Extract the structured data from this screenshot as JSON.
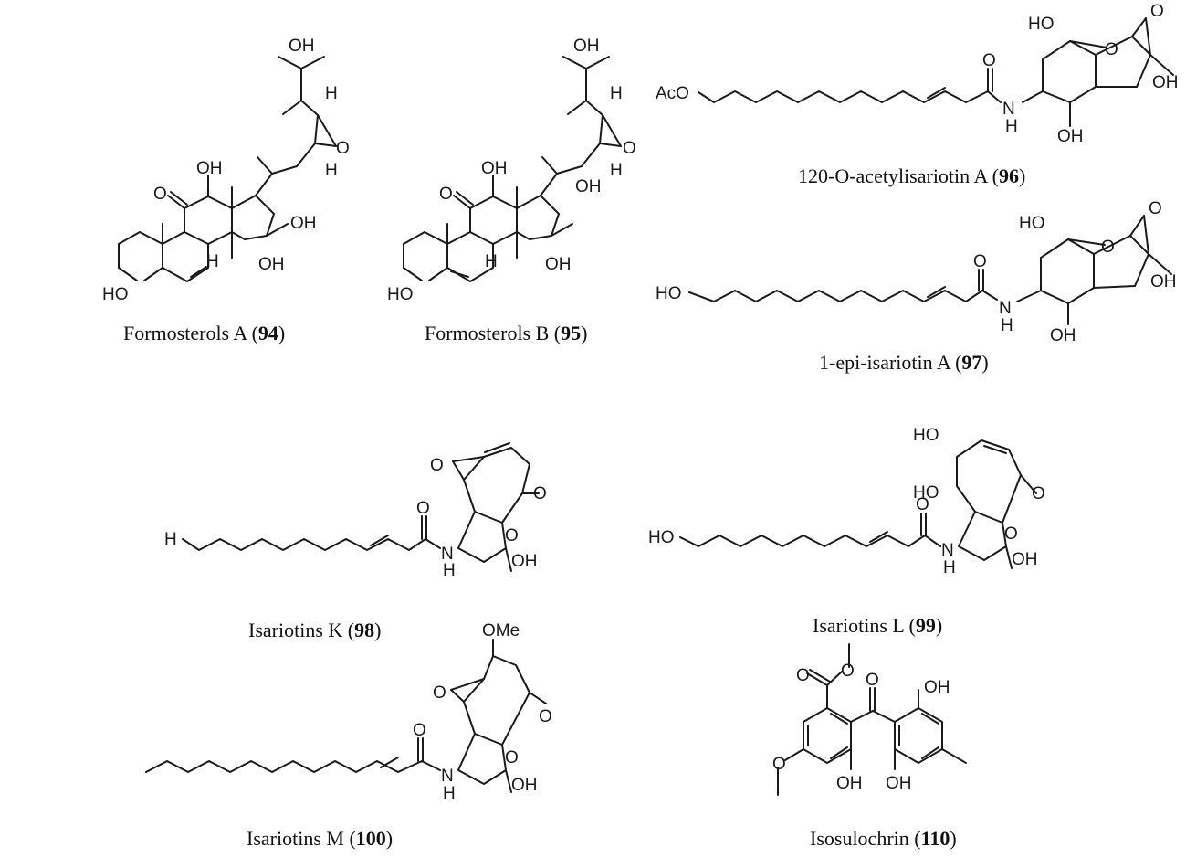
{
  "compounds": [
    {
      "name": "Formosterols A",
      "number": "94"
    },
    {
      "name": "Formosterols B",
      "number": "95"
    },
    {
      "name": "120-O-acetylisariotin A",
      "number": "96"
    },
    {
      "name": "1-epi-isariotin A",
      "number": "97"
    },
    {
      "name": "Isariotins K",
      "number": "98"
    },
    {
      "name": "Isariotins L",
      "number": "99"
    },
    {
      "name": "Isariotins M",
      "number": "100"
    },
    {
      "name": "Isosulochrin",
      "number": "110"
    }
  ],
  "atoms": {
    "oh": "OH",
    "ho": "HO",
    "h": "H",
    "o": "O",
    "aco": "AcO",
    "ome": "OMe",
    "n": "N"
  }
}
